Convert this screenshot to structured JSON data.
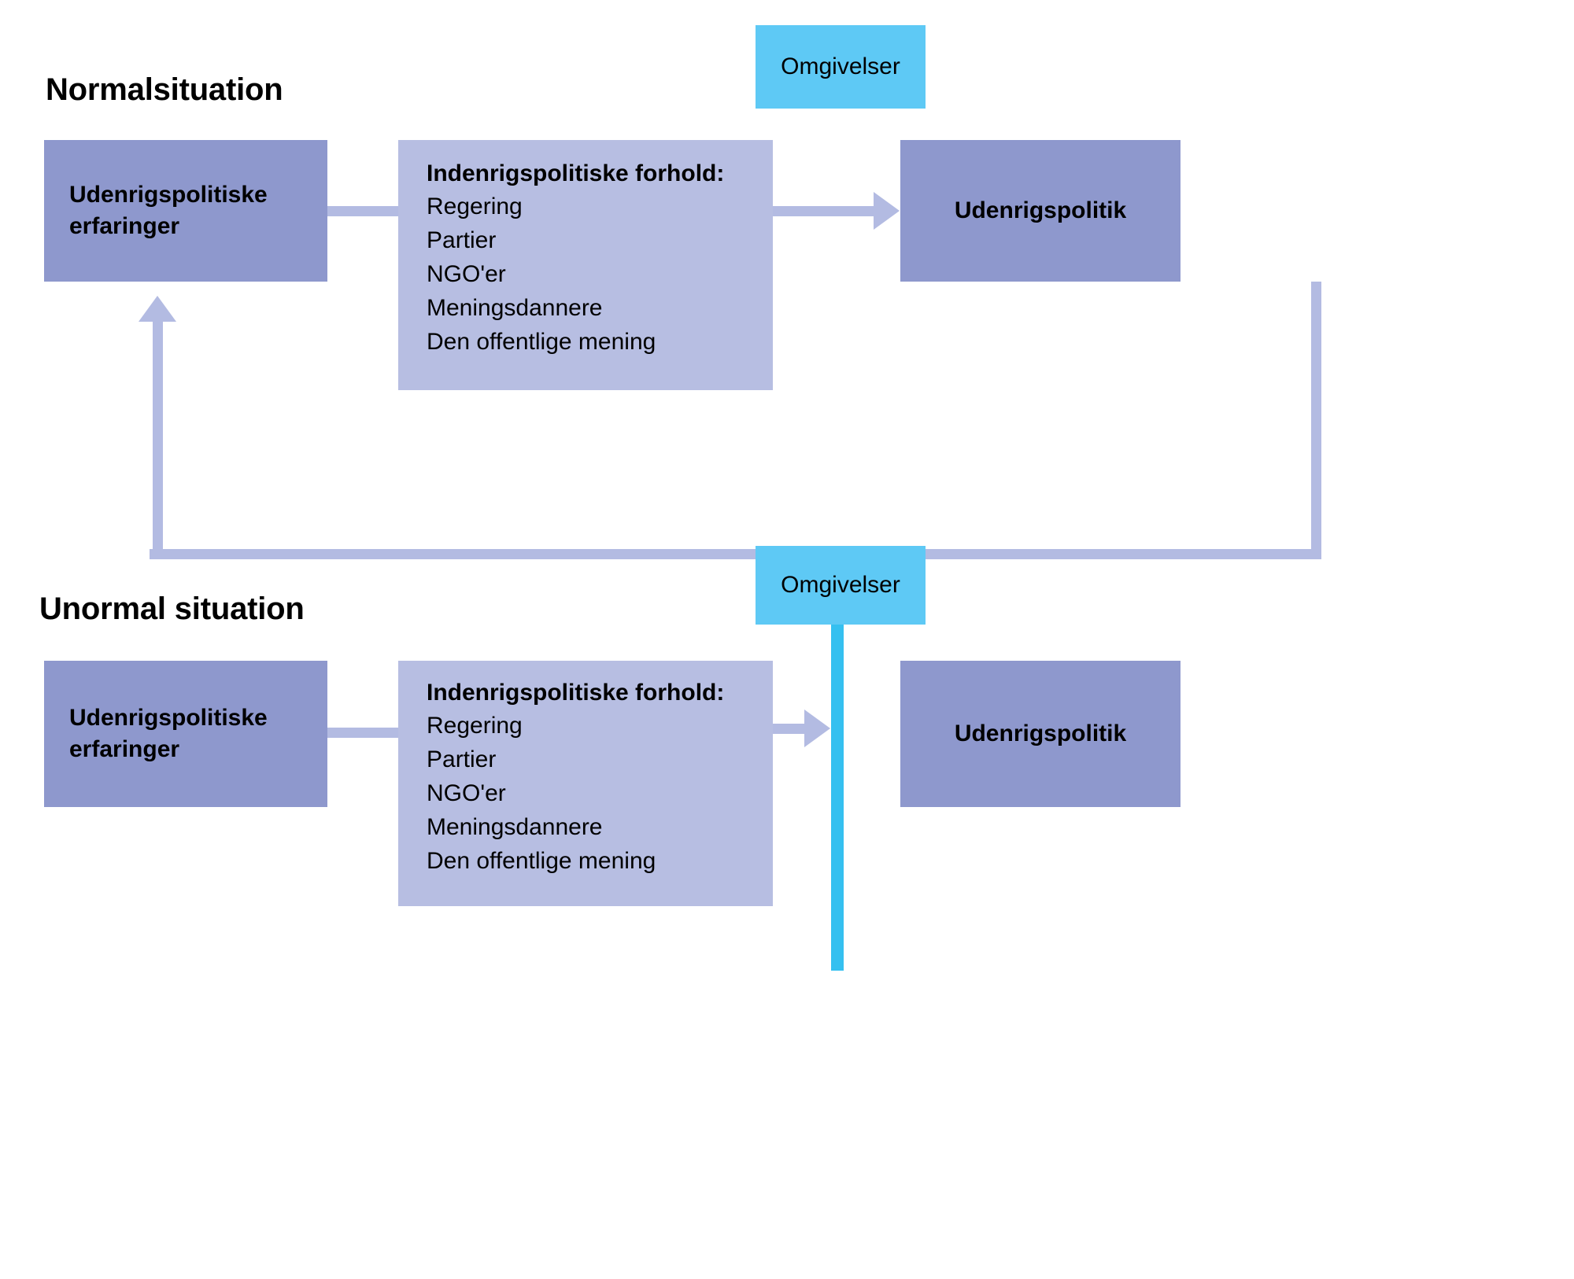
{
  "diagram": {
    "sections": [
      {
        "id": "normal",
        "heading": "Normalsituation",
        "environment_box": {
          "label": "Omgivelser"
        },
        "left_box": {
          "label": "Udenrigspolitiske\nerfaringer",
          "line1": "Udenrigspolitiske",
          "line2": "erfaringer"
        },
        "middle_box": {
          "heading": "Indenrigspolitiske forhold:",
          "items": [
            "Regering",
            "Partier",
            "NGO'er",
            "Meningsdannere",
            "Den offentlige mening"
          ]
        },
        "right_box": {
          "label": "Udenrigspolitik"
        },
        "connectors": [
          {
            "name": "left-to-middle",
            "type": "line",
            "direction": "right"
          },
          {
            "name": "middle-to-right",
            "type": "arrow",
            "direction": "right"
          },
          {
            "name": "feedback-loop",
            "type": "arrow",
            "direction": "up"
          }
        ]
      },
      {
        "id": "unormal",
        "heading": "Unormal situation",
        "environment_box": {
          "label": "Omgivelser"
        },
        "left_box": {
          "label": "Udenrigspolitiske\nerfaringer",
          "line1": "Udenrigspolitiske",
          "line2": "erfaringer"
        },
        "middle_box": {
          "heading": "Indenrigspolitiske forhold:",
          "items": [
            "Regering",
            "Partier",
            "NGO'er",
            "Meningsdannere",
            "Den offentlige mening"
          ]
        },
        "right_box": {
          "label": "Udenrigspolitik"
        },
        "connectors": [
          {
            "name": "left-to-middle",
            "type": "line",
            "direction": "right"
          },
          {
            "name": "middle-to-barrier",
            "type": "arrow",
            "direction": "right"
          },
          {
            "name": "environment-barrier",
            "type": "vertical-bar",
            "direction": "down"
          }
        ]
      }
    ],
    "colors": {
      "box_dark": "#8e98cd",
      "box_light": "#b7bee2",
      "environment": "#5ec9f5",
      "connector": "#b3bbe2",
      "connector_cyan": "#35c0f0",
      "text": "#000000",
      "background": "#ffffff"
    }
  }
}
